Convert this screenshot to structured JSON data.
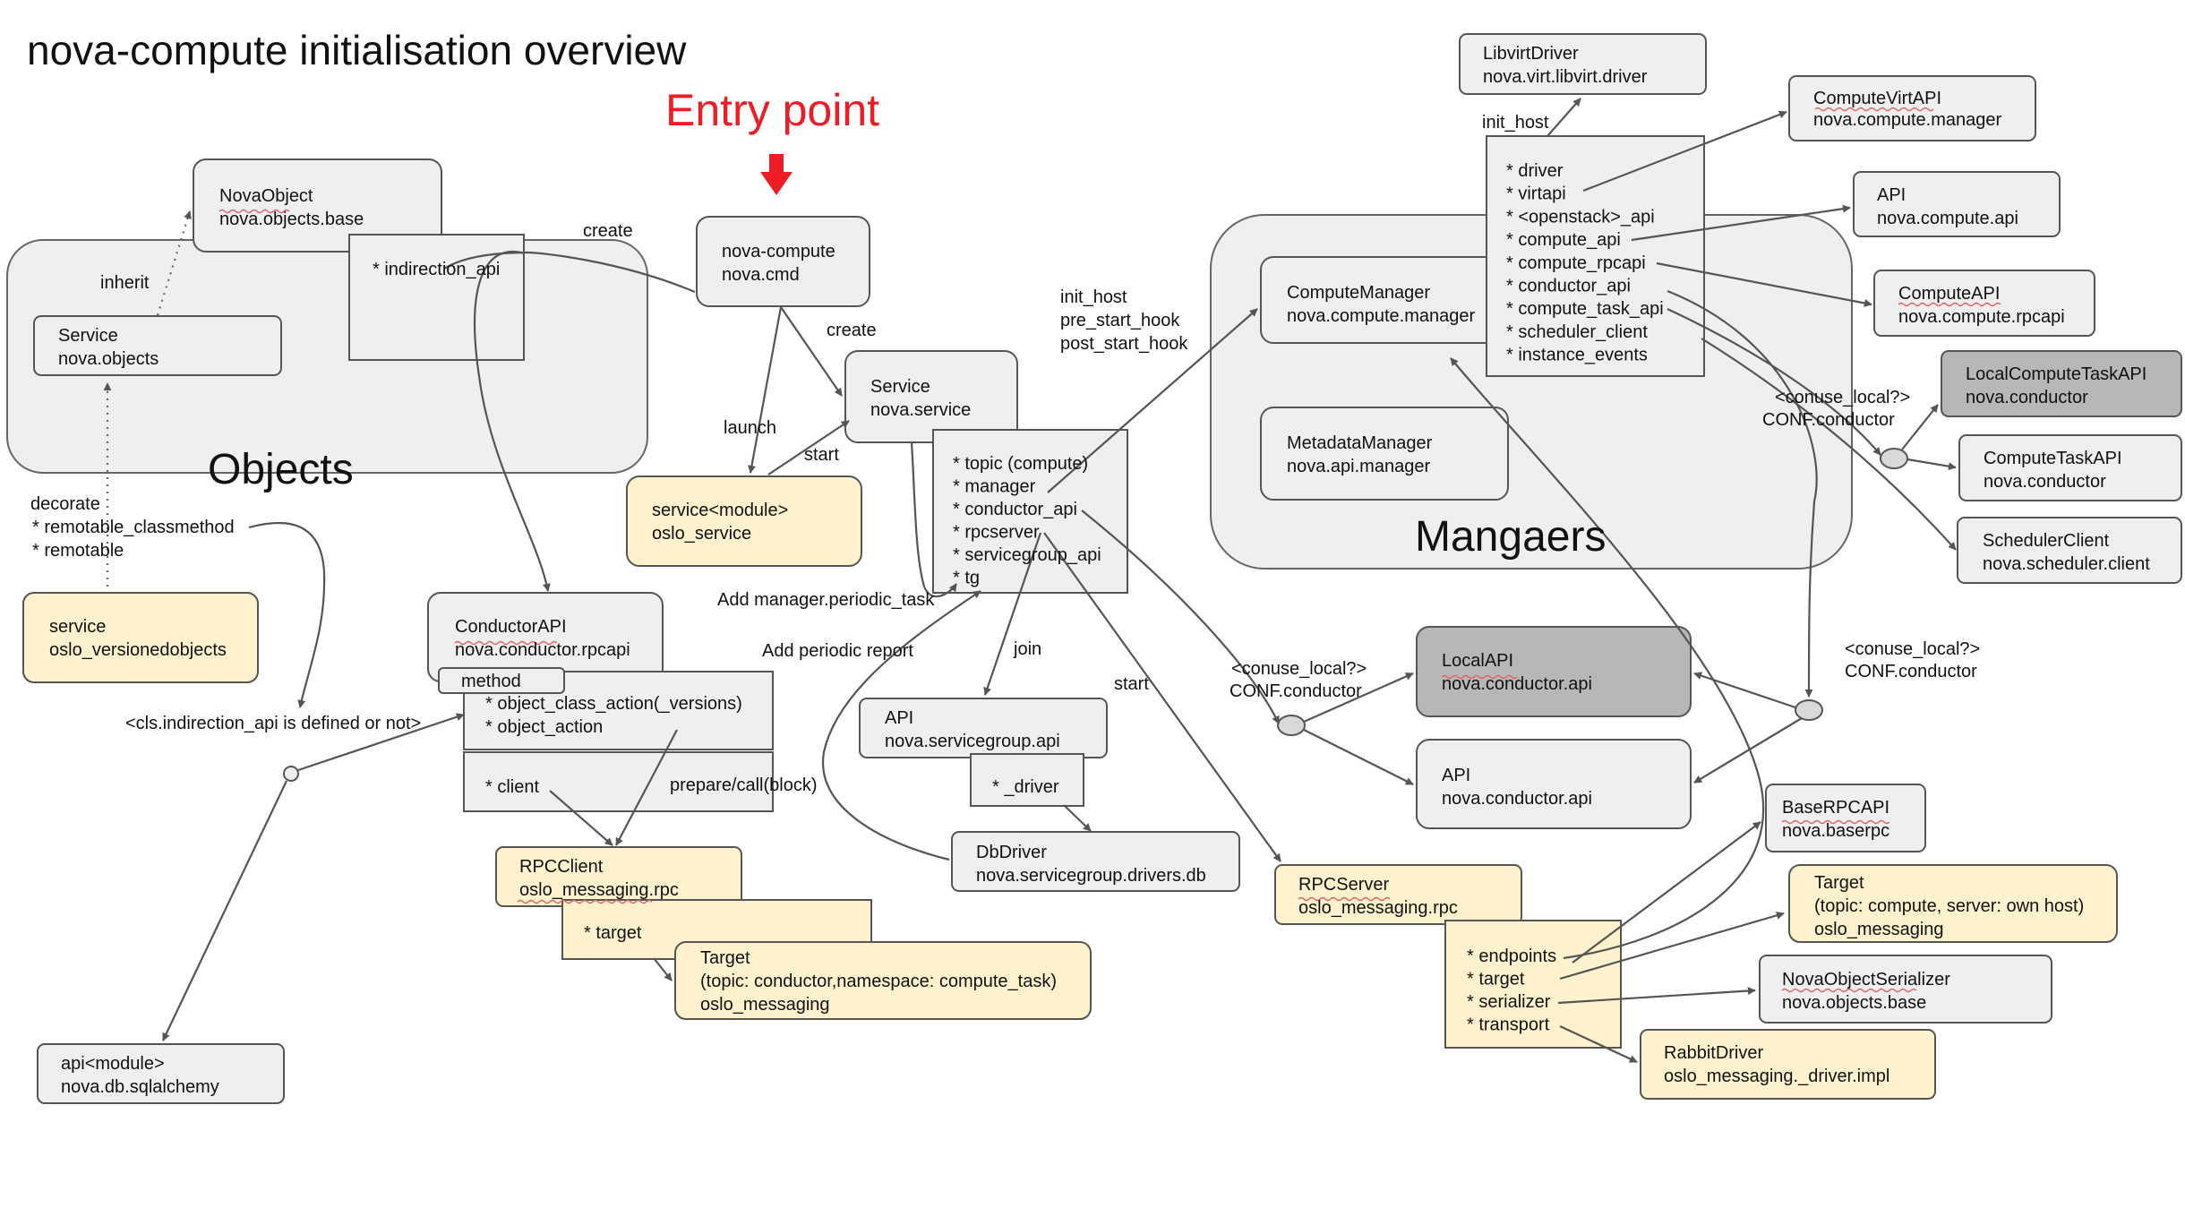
{
  "title": "nova-compute initialisation overview",
  "entry_point": "Entry point",
  "groups": {
    "objects": "Objects",
    "managers": "Mangaers"
  },
  "nodes": {
    "nova_object": [
      "NovaObject",
      "nova.objects.base"
    ],
    "indirection_api": [
      "* indirection_api"
    ],
    "service_objects": [
      "Service",
      "nova.objects"
    ],
    "service_versioned": [
      "service",
      "oslo_versionedobjects"
    ],
    "api_module": [
      "api<module>",
      "nova.db.sqlalchemy"
    ],
    "nova_compute_cmd": [
      "nova-compute",
      "nova.cmd"
    ],
    "service_module": [
      "service<module>",
      "oslo_service"
    ],
    "nova_service": [
      "Service",
      "nova.service"
    ],
    "nova_service_attrs": [
      "* topic (compute)",
      "* manager",
      "* conductor_api",
      "* rpcserver",
      "* servicegroup_api",
      "* tg"
    ],
    "conductor_api": [
      "ConductorAPI",
      "nova.conductor.rpcapi"
    ],
    "method_tab": [
      "method"
    ],
    "method_attrs": [
      "* object_class_action(_versions)",
      "* object_action"
    ],
    "client_attr": [
      "* client"
    ],
    "rpc_client": [
      "RPCClient",
      "oslo_messaging.rpc"
    ],
    "target_attr": [
      "* target"
    ],
    "target_conductor": [
      "Target",
      "(topic: conductor,namespace: compute_task)",
      "oslo_messaging"
    ],
    "api_servicegroup": [
      "API",
      "nova.servicegroup.api"
    ],
    "driver_attr": [
      "* _driver"
    ],
    "db_driver": [
      "DbDriver",
      "nova.servicegroup.drivers.db"
    ],
    "compute_manager": [
      "ComputeManager",
      "nova.compute.manager"
    ],
    "metadata_manager": [
      "MetadataManager",
      "nova.api.manager"
    ],
    "manager_attrs": [
      "* driver",
      "* virtapi",
      "* <openstack>_api",
      "* compute_api",
      "* compute_rpcapi",
      "* conductor_api",
      "* compute_task_api",
      "* scheduler_client",
      "* instance_events"
    ],
    "libvirt_driver": [
      "LibvirtDriver",
      "nova.virt.libvirt.driver"
    ],
    "compute_virt_api": [
      "ComputeVirtAPI",
      "nova.compute.manager"
    ],
    "api_compute": [
      "API",
      "nova.compute.api"
    ],
    "compute_rpc_api": [
      "ComputeAPI",
      "nova.compute.rpcapi"
    ],
    "local_compute_task_api": [
      "LocalComputeTaskAPI",
      "nova.conductor"
    ],
    "compute_task_api": [
      "ComputeTaskAPI",
      "nova.conductor"
    ],
    "scheduler_client": [
      "SchedulerClient",
      "nova.scheduler.client"
    ],
    "local_api": [
      "LocalAPI",
      "nova.conductor.api"
    ],
    "api_conductor": [
      "API",
      "nova.conductor.api"
    ],
    "rpc_server": [
      "RPCServer",
      "oslo_messaging.rpc"
    ],
    "rpc_server_attrs": [
      "* endpoints",
      "* target",
      "* serializer",
      "* transport"
    ],
    "base_rpc_api": [
      "BaseRPCAPI",
      "nova.baserpc"
    ],
    "target_compute": [
      "Target",
      "(topic: compute, server: own host)",
      "oslo_messaging"
    ],
    "nova_object_serializer": [
      "NovaObjectSerializer",
      "nova.objects.base"
    ],
    "rabbit_driver": [
      "RabbitDriver",
      "oslo_messaging._driver.impl"
    ]
  },
  "labels": {
    "inherit": "inherit",
    "create_1": "create",
    "create_2": "create",
    "launch": "launch",
    "start_1": "start",
    "start_2": "start",
    "decorate": [
      "decorate",
      "* remotable_classmethod",
      "* remotable"
    ],
    "indirection_defined": "<cls.indirection_api is defined or not>",
    "prepare_call": "prepare/call(block)",
    "add_periodic_task": "Add manager.periodic_task",
    "add_periodic_report": "Add periodic report",
    "join": "join",
    "hooks": [
      "init_host",
      "pre_start_hook",
      "post_start_hook"
    ],
    "init_host": "init_host",
    "conuse_local_1": [
      "<conuse_local?>",
      "CONF.conductor"
    ],
    "conuse_local_2": [
      "<conuse_local?>",
      "CONF.conductor"
    ],
    "conuse_local_3": [
      "<conuse_local?>",
      "CONF.conductor"
    ]
  }
}
